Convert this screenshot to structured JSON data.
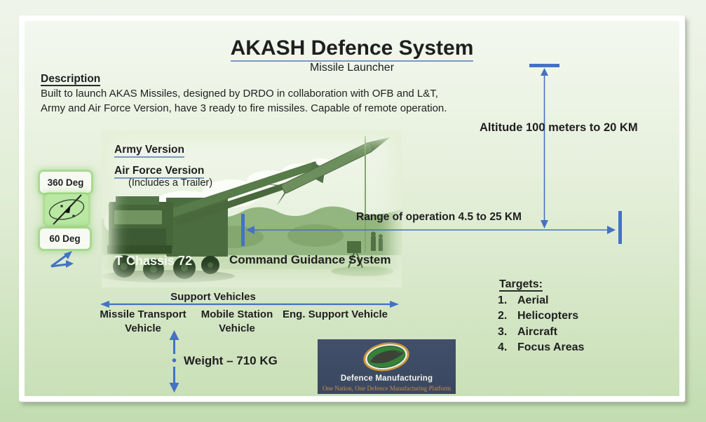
{
  "title": "AKASH Defence System",
  "subtitle": "Missile Launcher",
  "description": {
    "heading": "Description",
    "body": "Built to launch AKAS Missiles, designed by DRDO in collaboration with OFB and L&T, Army and Air Force Version, have 3 ready to fire missiles. Capable of remote operation."
  },
  "versions": {
    "army": "Army Version",
    "air_force": "Air Force Version",
    "trailer_note": "(Includes a Trailer)"
  },
  "rotation": {
    "azimuth": "360 Deg",
    "elevation": "60 Deg"
  },
  "photo_labels": {
    "chassis": "T Chassis 72",
    "guidance": "Command Guidance System"
  },
  "annotations": {
    "altitude": "Altitude 100 meters to 20 KM",
    "range": "Range of operation 4.5 to 25 KM",
    "weight": "Weight – 710 KG"
  },
  "support": {
    "heading": "Support Vehicles",
    "vehicles": [
      "Missile Transport Vehicle",
      "Mobile Station Vehicle",
      "Eng. Support Vehicle"
    ]
  },
  "targets": {
    "heading": "Targets:",
    "numbers": [
      "1.",
      "2.",
      "3.",
      "4."
    ],
    "items": [
      "Aerial",
      "Helicopters",
      "Aircraft",
      "Focus Areas"
    ]
  },
  "logo": {
    "title": "Defence Manufacturing",
    "tagline": "One Nation, One Defence Manufacturing Platform"
  },
  "icons": {
    "rotation-axis-icon": "ellipse orbit with diagonal arrow (360 deg azimuth rotation)",
    "angle-arrow-icon": "blue angle with two arrowheads (60 deg elevation)",
    "defence-manufacturing-emblem-icon": "green oval emblem with aircraft silhouette"
  },
  "colors": {
    "arrow_blue": "#4472c4",
    "slide_green": "#c9e0b7",
    "glow_green": "#a5d98d",
    "logo_navy": "#3e4b66",
    "tagline_orange": "#cf8f45"
  }
}
